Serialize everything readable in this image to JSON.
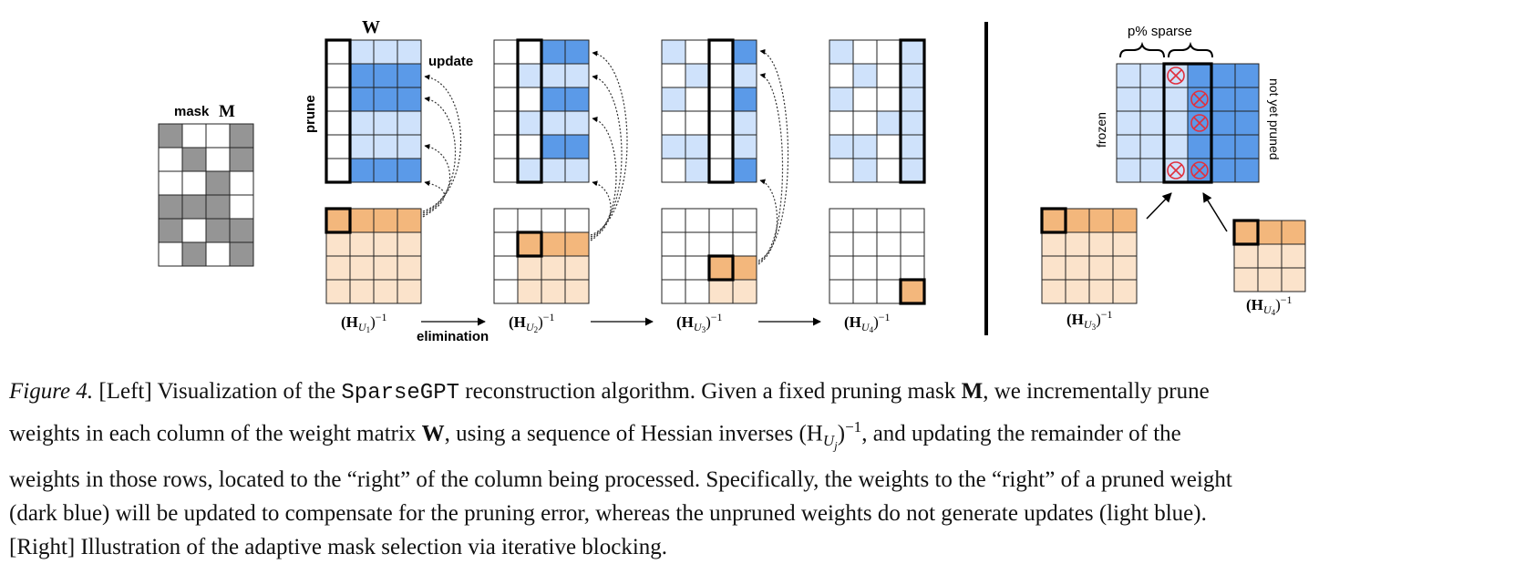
{
  "figure": {
    "left_panel": {
      "mask_label": "mask",
      "mask_symbol": "M",
      "weight_symbol": "W",
      "prune_label": "prune",
      "update_label": "update",
      "elimination_label": "elimination",
      "hessian_labels": [
        {
          "base": "(H",
          "sub": "U",
          "subsub": "1",
          "sup": "−1"
        },
        {
          "base": "(H",
          "sub": "U",
          "subsub": "2",
          "sup": "−1"
        },
        {
          "base": "(H",
          "sub": "U",
          "subsub": "3",
          "sup": "−1"
        },
        {
          "base": "(H",
          "sub": "U",
          "subsub": "4",
          "sup": "−1"
        }
      ]
    },
    "right_panel": {
      "sparse_label": "p% sparse",
      "frozen_label": "frozen",
      "not_pruned_label": "not yet pruned",
      "hessian_labels": [
        {
          "base": "(H",
          "sub": "U",
          "subsub": "3",
          "sup": "−1"
        },
        {
          "base": "(H",
          "sub": "U",
          "subsub": "4",
          "sup": "−1"
        }
      ]
    },
    "colors": {
      "dark_blue": "#5b9ae8",
      "light_blue": "#cfe2fb",
      "dark_orange": "#f3b77c",
      "light_orange": "#fbe3cb",
      "mask_gray": "#959595",
      "prune_mark": "#e0313e"
    }
  },
  "caption": {
    "fig_label": "Figure 4.",
    "line1_a": " [Left] Visualization of the ",
    "line1_code": "SparseGPT",
    "line1_b": " reconstruction algorithm. Given a fixed pruning mask ",
    "line1_m": "M",
    "line1_c": ", we incrementally prune",
    "line2_a": "weights in each column of the weight matrix ",
    "line2_w": "W",
    "line2_b": ", using a sequence of Hessian inverses ",
    "line2_h": "(H",
    "line2_sub": "U",
    "line2_subsub": "j",
    "line2_close": ")",
    "line2_sup": "−1",
    "line2_c": ", and updating the remainder of the",
    "line3": "weights in those rows, located to the “right” of the column being processed. Specifically, the weights to the “right” of a pruned weight",
    "line4": "(dark blue) will be updated to compensate for the pruning error, whereas the unpruned weights do not generate updates (light blue).",
    "line5": "[Right] Illustration of the adaptive mask selection via iterative blocking."
  }
}
